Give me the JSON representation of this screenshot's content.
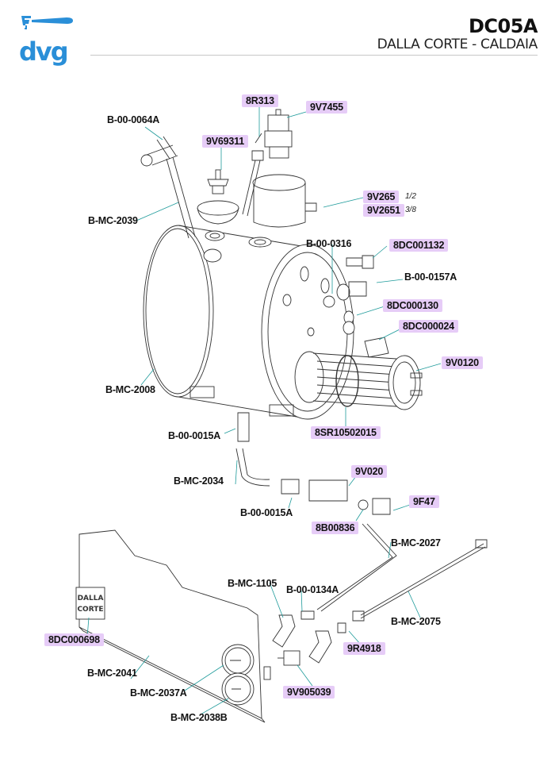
{
  "header": {
    "brand": "dvg",
    "doc_code": "DC05A",
    "doc_title": "DALLA CORTE - CALDAIA",
    "brand_color": "#2a8fd8"
  },
  "colors": {
    "highlight": "#e6ccf7",
    "leader": "#1f9b9b",
    "line_art": "#333333"
  },
  "parts": [
    {
      "code": "8R313",
      "highlighted": true
    },
    {
      "code": "9V7455",
      "highlighted": true
    },
    {
      "code": "B-00-0064A",
      "highlighted": false
    },
    {
      "code": "9V69311",
      "highlighted": true
    },
    {
      "code": "9V265",
      "highlighted": true,
      "note": "1/2"
    },
    {
      "code": "9V2651",
      "highlighted": true,
      "note": "3/8"
    },
    {
      "code": "B-MC-2039",
      "highlighted": false
    },
    {
      "code": "B-00-0316",
      "highlighted": false
    },
    {
      "code": "8DC001132",
      "highlighted": true
    },
    {
      "code": "B-00-0157A",
      "highlighted": false
    },
    {
      "code": "8DC000130",
      "highlighted": true
    },
    {
      "code": "8DC000024",
      "highlighted": true
    },
    {
      "code": "9V0120",
      "highlighted": true
    },
    {
      "code": "B-MC-2008",
      "highlighted": false
    },
    {
      "code": "8SR10502015",
      "highlighted": true
    },
    {
      "code": "B-00-0015A",
      "highlighted": false
    },
    {
      "code": "9V020",
      "highlighted": true
    },
    {
      "code": "B-MC-2034",
      "highlighted": false
    },
    {
      "code": "9F47",
      "highlighted": true
    },
    {
      "code": "B-00-0015A",
      "highlighted": false
    },
    {
      "code": "8B00836",
      "highlighted": true
    },
    {
      "code": "B-MC-2027",
      "highlighted": false
    },
    {
      "code": "B-MC-1105",
      "highlighted": false
    },
    {
      "code": "B-00-0134A",
      "highlighted": false
    },
    {
      "code": "8DC000698",
      "highlighted": true
    },
    {
      "code": "B-MC-2075",
      "highlighted": false
    },
    {
      "code": "9R4918",
      "highlighted": true
    },
    {
      "code": "B-MC-2041",
      "highlighted": false
    },
    {
      "code": "B-MC-2037A",
      "highlighted": false
    },
    {
      "code": "9V905039",
      "highlighted": true
    },
    {
      "code": "B-MC-2038B",
      "highlighted": false
    }
  ],
  "plate_text": [
    "DALLA",
    "CORTE"
  ]
}
